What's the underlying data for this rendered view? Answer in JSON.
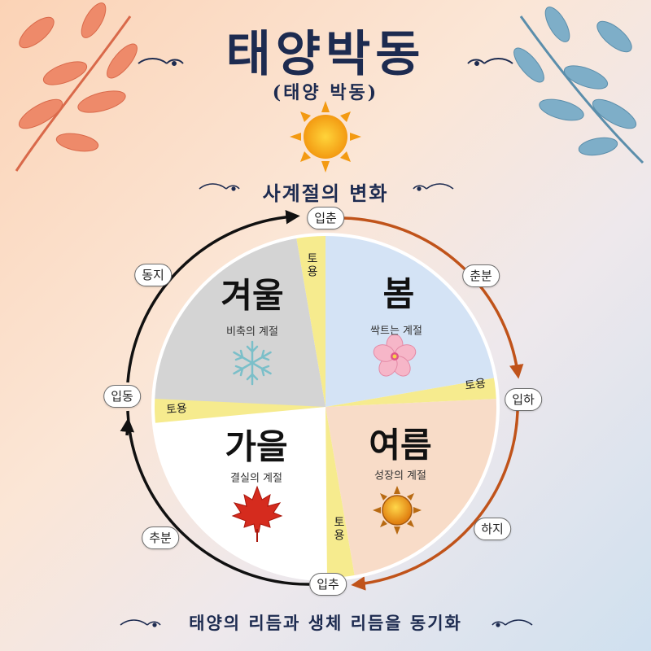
{
  "title": "태양박동",
  "subtitle": "(태양 박동)",
  "section_heading": "사계절의 변화",
  "footer": "태양의 리듬과 생체 리듬을 동기화",
  "colors": {
    "spring": "#d4e3f5",
    "summer": "#f8dcc8",
    "autumn": "#ffffff",
    "winter": "#d4d4d4",
    "toyong": "#f6eb8e",
    "warm_arrow": "#c0531a",
    "dark_arrow": "#111111",
    "title": "#1d2b50"
  },
  "seasons": {
    "spring": {
      "name": "봄",
      "desc": "싹트는 계절",
      "icon": "cherry-blossom-icon"
    },
    "summer": {
      "name": "여름",
      "desc": "성장의 계절",
      "icon": "sun-icon"
    },
    "autumn": {
      "name": "가을",
      "desc": "결실의 계절",
      "icon": "maple-leaf-icon"
    },
    "winter": {
      "name": "겨울",
      "desc": "비축의 계절",
      "icon": "snowflake-icon"
    }
  },
  "toyong_label": "토용",
  "solar_terms": {
    "ipchun": "입춘",
    "chunbun": "춘분",
    "ipha": "입하",
    "haji": "하지",
    "ipchu": "입추",
    "chubun": "추분",
    "ipdong": "입동",
    "dongji": "동지"
  }
}
